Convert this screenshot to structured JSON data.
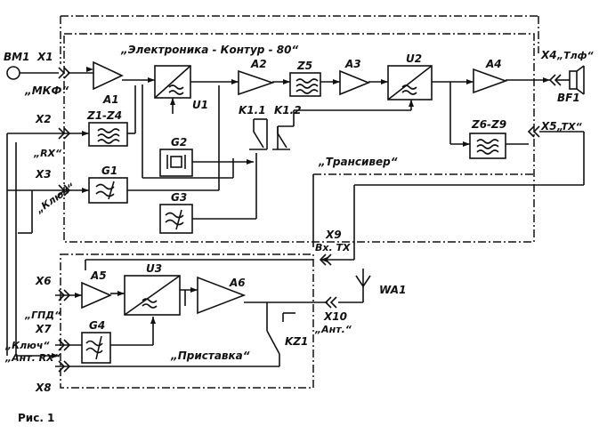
{
  "figure": {
    "caption": "Рис. 1"
  },
  "groups": {
    "electronics": "„Электроника - Контур - 80“",
    "transceiver": "„Трансивер“",
    "attachment": "„Приставка“"
  },
  "connectors": {
    "bm1": "ВМ1",
    "x1": "X1",
    "x1_name": "„МКФ“",
    "x2": "X2",
    "x2_name": "„RX“",
    "x3": "X3",
    "x3_name": "„Ключ“",
    "x4": "X4",
    "x4_name": "„Тлф“",
    "x5": "X5",
    "x5_name": "„TX“",
    "x6": "X6",
    "x6_name": "„ГПД“",
    "x7": "X7",
    "x7_name": "„Ключ“",
    "x8": "X8",
    "x8_name": "„Ант. RX“",
    "x9": "X9",
    "x9_name": "Вх. ТХ",
    "x10": "X10",
    "x10_name": "„Ант.“",
    "bf1": "BF1",
    "wa1": "WA1"
  },
  "blocks": {
    "a1": "A1",
    "a2": "A2",
    "a3": "A3",
    "a4": "A4",
    "a5": "A5",
    "a6": "A6",
    "u1": "U1",
    "u2": "U2",
    "u3": "U3",
    "z1z4": "Z1-Z4",
    "z5": "Z5",
    "z6z9": "Z6-Z9",
    "g1": "G1",
    "g2": "G2",
    "g3": "G3",
    "g4": "G4"
  },
  "relays": {
    "k11": "K1.1",
    "k12": "K1.2",
    "kz1": "KZ1"
  }
}
